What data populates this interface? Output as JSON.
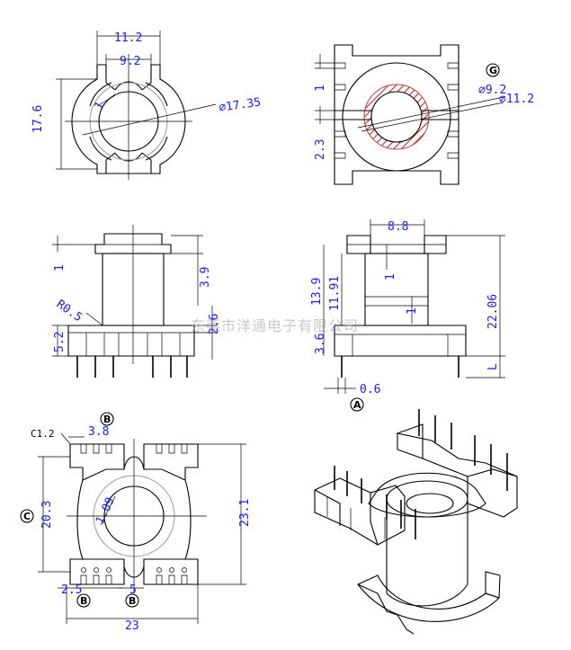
{
  "watermark": "东莞市洋通电子有限公司",
  "views": {
    "top_left": {
      "dims": [
        "11.2",
        "9.2",
        "1",
        "17.6",
        "⌀17.35"
      ]
    },
    "top_right": {
      "dims": [
        "1",
        "2.3",
        "⌀9.2",
        "⌀11.2"
      ],
      "marker": "G"
    },
    "mid_left": {
      "dims": [
        "1",
        "3.9",
        "R0.5",
        "5.2",
        "2.6"
      ]
    },
    "mid_right": {
      "dims": [
        "8.8",
        "1",
        "13.9",
        "11.91",
        "1",
        "22.06",
        "3.6",
        "0.6",
        "L"
      ],
      "marker": "A"
    },
    "bottom_left": {
      "dims": [
        "C1.2",
        "3.8",
        "20.3",
        "1.09",
        "23.1",
        "2.5",
        "5",
        "23"
      ],
      "markers": [
        "B",
        "C",
        "B",
        "B"
      ]
    }
  }
}
